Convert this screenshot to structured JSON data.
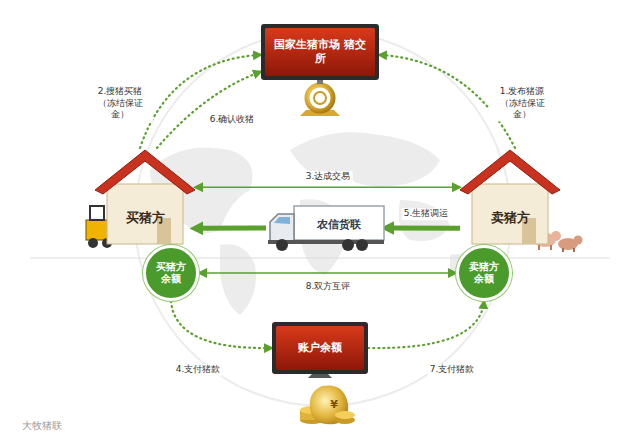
{
  "diagram": {
    "nodes": [
      {
        "text": [
          "国家生猪市场 猪交所"
        ]
      },
      {
        "text": [
          "买猪方"
        ]
      },
      {
        "text": [
          "卖猪方"
        ]
      },
      {
        "text": [
          "农信货联"
        ]
      },
      {
        "text": [
          "买猪方 余额"
        ]
      },
      {
        "text": [
          "卖猪方 余额"
        ]
      },
      {
        "text": [
          "账户余额"
        ]
      }
    ],
    "edges": [
      {
        "from": 2,
        "to": 0,
        "label": "1.发布猪源 （冻结保证金）",
        "arrow": "to"
      },
      {
        "from": 1,
        "to": 0,
        "label": "2.搜猪买猪 （冻结保证金）",
        "arrow": "to"
      },
      {
        "from": 1,
        "to": 2,
        "label": "3.达成交易",
        "arrow": "both"
      },
      {
        "from": 4,
        "to": 6,
        "label": "4.支付猪款",
        "arrow": "to"
      },
      {
        "from": 2,
        "to": 3,
        "label": "5.生猪调运",
        "arrow": "to"
      },
      {
        "from": 3,
        "to": 1,
        "arrow": "to"
      },
      {
        "from": 1,
        "to": 0,
        "label": "6.确认收猪",
        "arrow": "to"
      },
      {
        "from": 6,
        "to": 5,
        "label": "7.支付猪款",
        "arrow": "to"
      },
      {
        "from": 4,
        "to": 5,
        "label": "8.双方互评",
        "arrow": "both"
      }
    ],
    "labels": [
      "¥",
      "大牧猪联"
    ]
  }
}
